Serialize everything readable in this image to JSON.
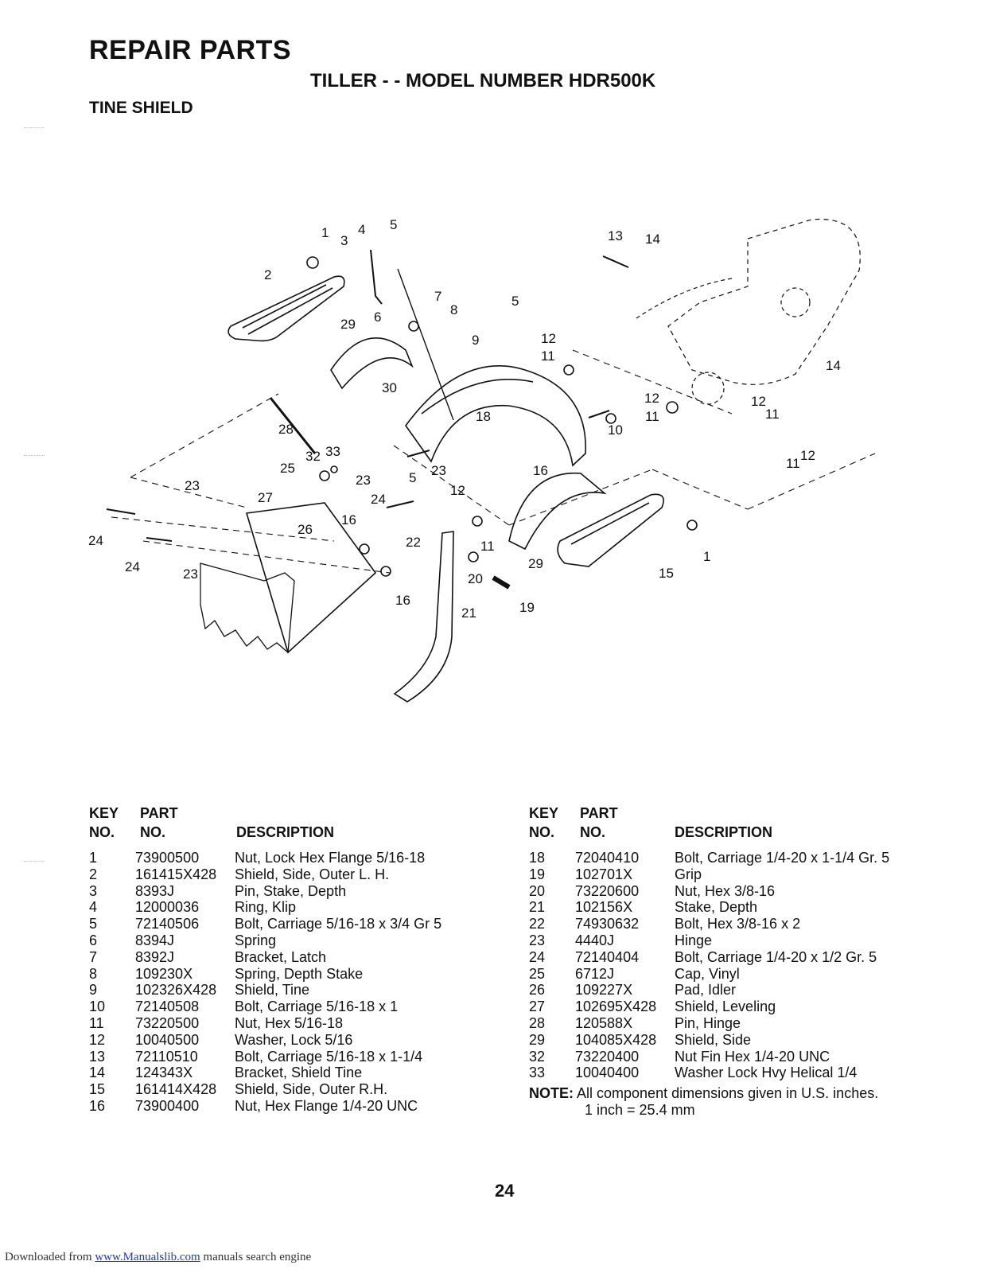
{
  "header": {
    "title": "REPAIR PARTS",
    "subtitle": "TILLER - - MODEL NUMBER HDR500K",
    "section": "TINE SHIELD"
  },
  "diagram": {
    "callouts": [
      "1",
      "2",
      "3",
      "4",
      "5",
      "6",
      "7",
      "8",
      "5",
      "9",
      "29",
      "30",
      "18",
      "12",
      "11",
      "13",
      "14",
      "14",
      "12",
      "11",
      "12",
      "11",
      "10",
      "28",
      "32",
      "33",
      "25",
      "23",
      "23",
      "5",
      "23",
      "24",
      "12",
      "27",
      "16",
      "26",
      "16",
      "24",
      "24",
      "23",
      "22",
      "11",
      "20",
      "29",
      "15",
      "1",
      "16",
      "19",
      "21",
      "12",
      "11"
    ]
  },
  "table_headers": {
    "key_line1": "KEY",
    "key_line2": "NO.",
    "part_line1": "PART",
    "part_line2": "NO.",
    "description": "DESCRIPTION"
  },
  "parts_left": [
    {
      "key": "1",
      "part": "73900500",
      "desc": "Nut, Lock Hex Flange 5/16-18"
    },
    {
      "key": "2",
      "part": "161415X428",
      "desc": "Shield, Side, Outer L. H."
    },
    {
      "key": "3",
      "part": "8393J",
      "desc": "Pin, Stake, Depth"
    },
    {
      "key": "4",
      "part": "12000036",
      "desc": "Ring, Klip"
    },
    {
      "key": "5",
      "part": "72140506",
      "desc": "Bolt, Carriage 5/16-18 x 3/4 Gr 5"
    },
    {
      "key": "6",
      "part": "8394J",
      "desc": "Spring"
    },
    {
      "key": "7",
      "part": "8392J",
      "desc": "Bracket, Latch"
    },
    {
      "key": "8",
      "part": "109230X",
      "desc": "Spring, Depth Stake"
    },
    {
      "key": "9",
      "part": "102326X428",
      "desc": "Shield, Tine"
    },
    {
      "key": "10",
      "part": "72140508",
      "desc": "Bolt, Carriage 5/16-18 x 1"
    },
    {
      "key": "11",
      "part": "73220500",
      "desc": "Nut, Hex 5/16-18"
    },
    {
      "key": "12",
      "part": "10040500",
      "desc": "Washer, Lock 5/16"
    },
    {
      "key": "13",
      "part": "72110510",
      "desc": "Bolt, Carriage 5/16-18 x 1-1/4"
    },
    {
      "key": "14",
      "part": "124343X",
      "desc": "Bracket, Shield Tine"
    },
    {
      "key": "15",
      "part": "161414X428",
      "desc": "Shield, Side, Outer R.H."
    },
    {
      "key": "16",
      "part": "73900400",
      "desc": "Nut, Hex Flange 1/4-20 UNC"
    }
  ],
  "parts_right": [
    {
      "key": "18",
      "part": "72040410",
      "desc": "Bolt, Carriage 1/4-20 x 1-1/4 Gr. 5"
    },
    {
      "key": "19",
      "part": "102701X",
      "desc": "Grip"
    },
    {
      "key": "20",
      "part": "73220600",
      "desc": "Nut, Hex 3/8-16"
    },
    {
      "key": "21",
      "part": "102156X",
      "desc": "Stake, Depth"
    },
    {
      "key": "22",
      "part": "74930632",
      "desc": "Bolt, Hex 3/8-16 x 2"
    },
    {
      "key": "23",
      "part": "4440J",
      "desc": "Hinge"
    },
    {
      "key": "24",
      "part": "72140404",
      "desc": "Bolt, Carriage 1/4-20 x 1/2 Gr. 5"
    },
    {
      "key": "25",
      "part": "6712J",
      "desc": "Cap, Vinyl"
    },
    {
      "key": "26",
      "part": "109227X",
      "desc": "Pad, Idler"
    },
    {
      "key": "27",
      "part": "102695X428",
      "desc": "Shield, Leveling"
    },
    {
      "key": "28",
      "part": "120588X",
      "desc": "Pin, Hinge"
    },
    {
      "key": "29",
      "part": "104085X428",
      "desc": "Shield, Side"
    },
    {
      "key": "32",
      "part": "73220400",
      "desc": "Nut Fin Hex 1/4-20 UNC"
    },
    {
      "key": "33",
      "part": "10040400",
      "desc": "Washer Lock Hvy Helical 1/4"
    }
  ],
  "note": {
    "label": "NOTE:",
    "line1": "All component dimensions given in U.S. inches.",
    "line2": "1 inch = 25.4 mm"
  },
  "page_number": "24",
  "footer": {
    "prefix": "Downloaded from ",
    "link": "www.Manualslib.com",
    "suffix": " manuals search engine"
  }
}
